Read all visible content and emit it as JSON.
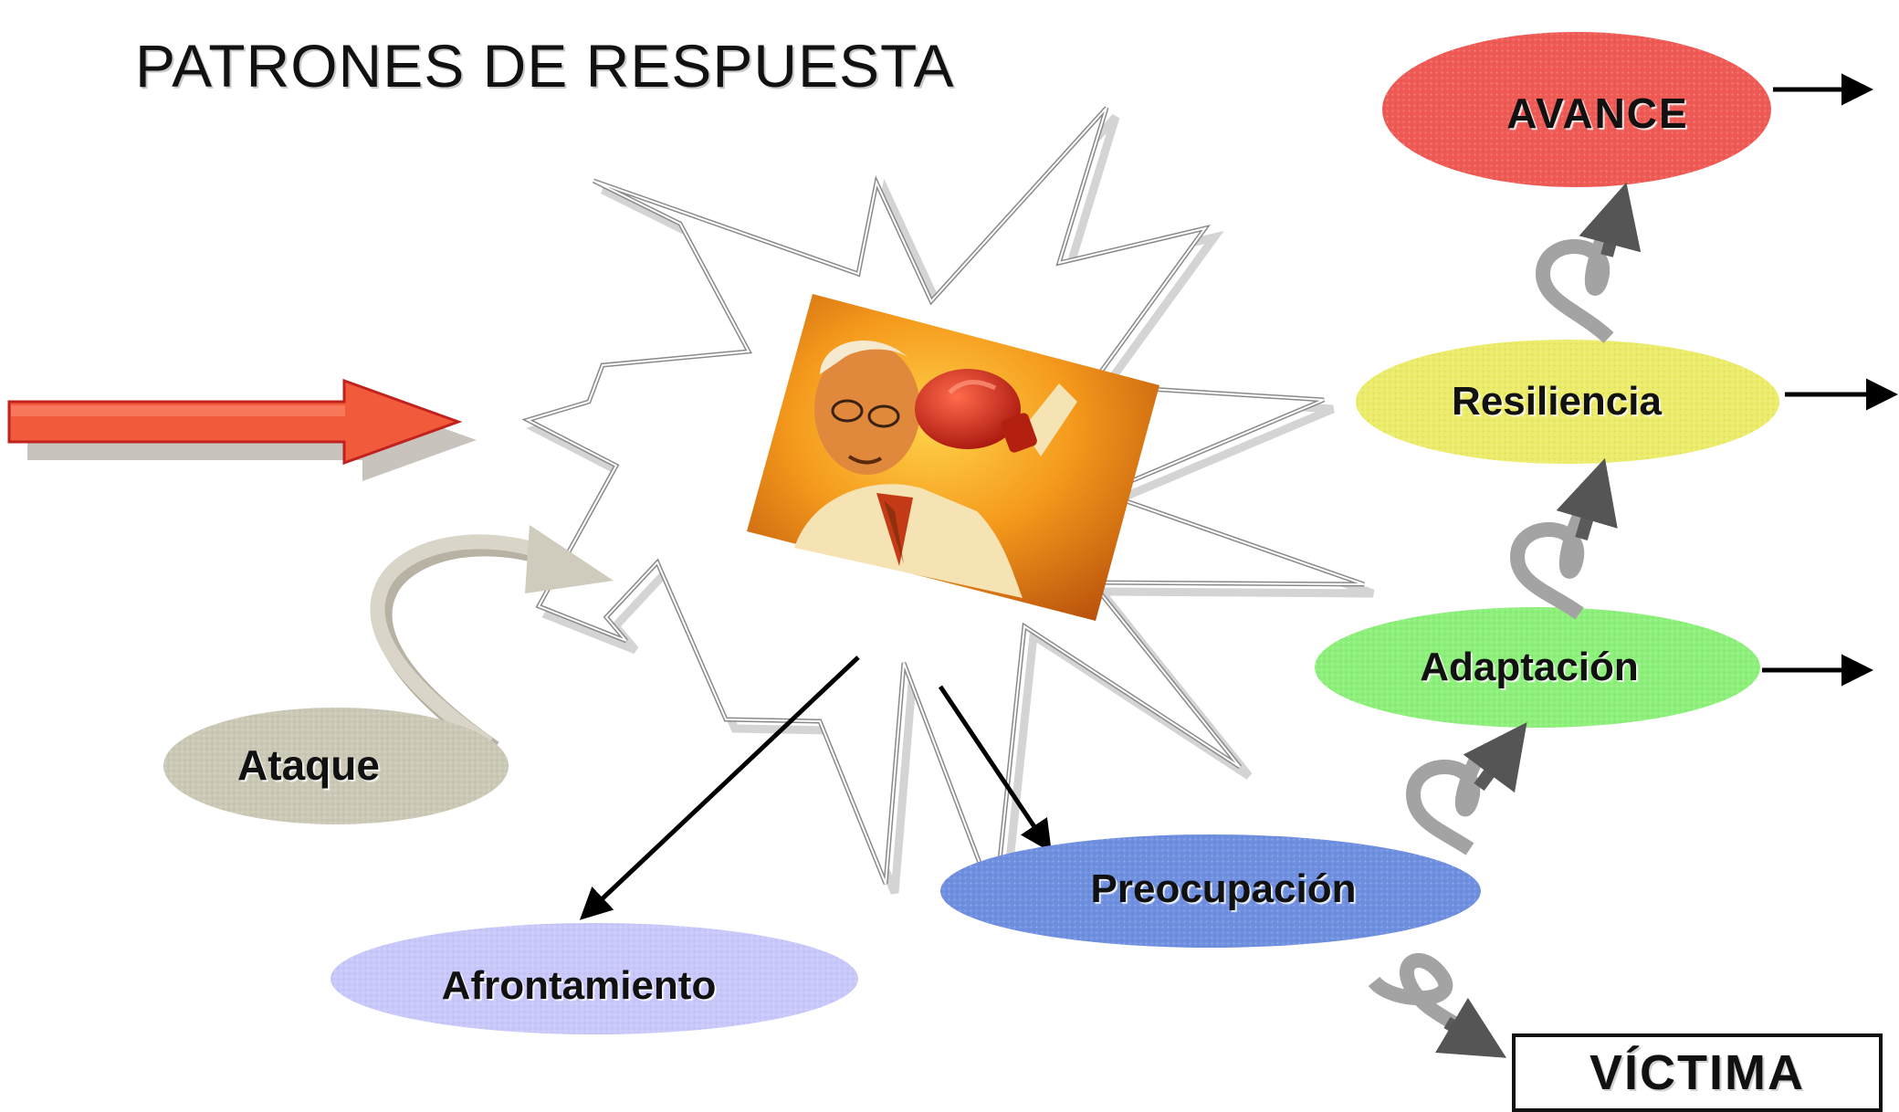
{
  "title": "PATRONES DE RESPUESTA",
  "nodes": {
    "avance": "AVANCE",
    "resiliencia": "Resiliencia",
    "adaptacion": "Adaptación",
    "preocupacion": "Preocupación",
    "afrontamiento": "Afrontamiento",
    "ataque": "Ataque",
    "victima": "VÍCTIMA"
  },
  "colors": {
    "avance": "#ef5a55",
    "resiliencia": "#ecec6a",
    "adaptacion": "#8df07a",
    "preocupacion": "#6f8fe0",
    "afrontamiento": "#c9c8fb",
    "ataque": "#cbc9b6",
    "input_arrow": "#f25a3c",
    "curl_arrow": "#8e8e8e"
  },
  "icons": {
    "center_image": "boxer-man-photo",
    "burst": "explosion-star-shape"
  }
}
